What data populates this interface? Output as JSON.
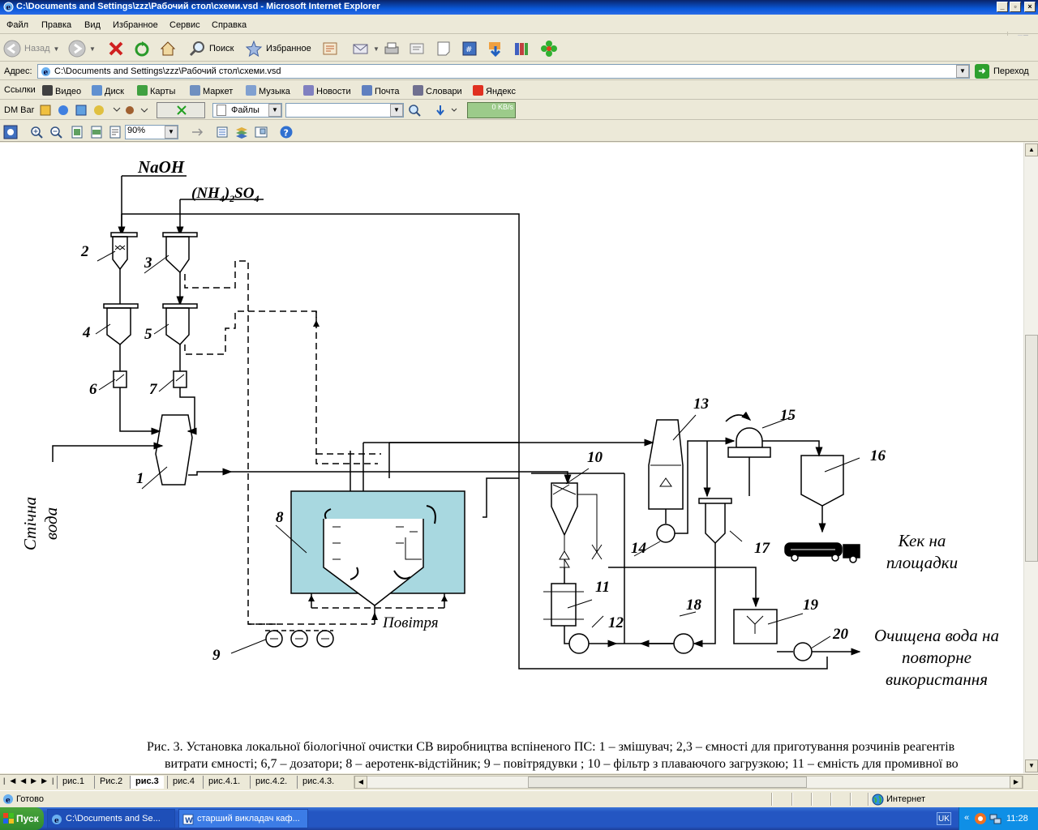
{
  "window": {
    "title": "C:\\Documents and Settings\\zzz\\Рабочий стол\\схеми.vsd - Microsoft Internet Explorer"
  },
  "menu": [
    "Файл",
    "Правка",
    "Вид",
    "Избранное",
    "Сервис",
    "Справка"
  ],
  "toolbar": {
    "back": "Назад",
    "search": "Поиск",
    "favorites": "Избранное"
  },
  "address": {
    "label": "Адрес:",
    "value": "C:\\Documents and Settings\\zzz\\Рабочий стол\\схеми.vsd",
    "go": "Переход"
  },
  "links": {
    "label": "Ссылки",
    "items": [
      "Видео",
      "Диск",
      "Карты",
      "Маркет",
      "Музыка",
      "Новости",
      "Почта",
      "Словари",
      "Яндекс"
    ]
  },
  "dmbar": {
    "label": "DM Bar",
    "files": "Файлы",
    "speed": "0 KB/s"
  },
  "visio": {
    "zoom": "90%"
  },
  "diagram": {
    "labels": {
      "naoh": "NaOH",
      "nh4_a": "(NH",
      "nh4_sub": "4",
      "nh4_b": ")",
      "nh4_sub2": "2",
      "nh4_c": "SO",
      "nh4_sub3": "4",
      "n1": "1",
      "n2": "2",
      "n3": "3",
      "n4": "4",
      "n5": "5",
      "n6": "6",
      "n7": "7",
      "n8": "8",
      "n9": "9",
      "n10": "10",
      "n11": "11",
      "n12": "12",
      "n13": "13",
      "n14": "14",
      "n15": "15",
      "n16": "16",
      "n17": "17",
      "n18": "18",
      "n19": "19",
      "n20": "20",
      "stichna": "Стічна",
      "voda": "вода",
      "povitria": "Повітря",
      "kek1": "Кек на",
      "kek2": "площадки",
      "out1": "Очищена вода на",
      "out2": "повторне",
      "out3": "використання"
    },
    "caption1": "Рис. 3. Установка локальної біологічної очистки СВ виробництва вспіненого ПС: 1 – змішувач; 2,3 – ємності для приготування розчинів реагентів",
    "caption2": "витрати ємності; 6,7 – дозатори; 8 – аеротенк-відстійник; 9 – повітрядувки ; 10 – фільтр з плаваючого загрузкою; 11 – ємність для промивної во"
  },
  "tabs": [
    "рис.1",
    "Рис.2",
    "рис.3",
    "рис.4",
    "рис.4.1.",
    "рис.4.2.",
    "рис.4.3."
  ],
  "active_tab": "рис.3",
  "status": {
    "text": "Готово",
    "zone": "Интернет"
  },
  "taskbar": {
    "start": "Пуск",
    "btn1": "C:\\Documents and Se...",
    "btn2": "старший викладач каф...",
    "lang": "UK",
    "clock": "11:28"
  },
  "colors": {
    "aerotank": "#a8d8e0",
    "title_bar": "#0a58d8"
  }
}
